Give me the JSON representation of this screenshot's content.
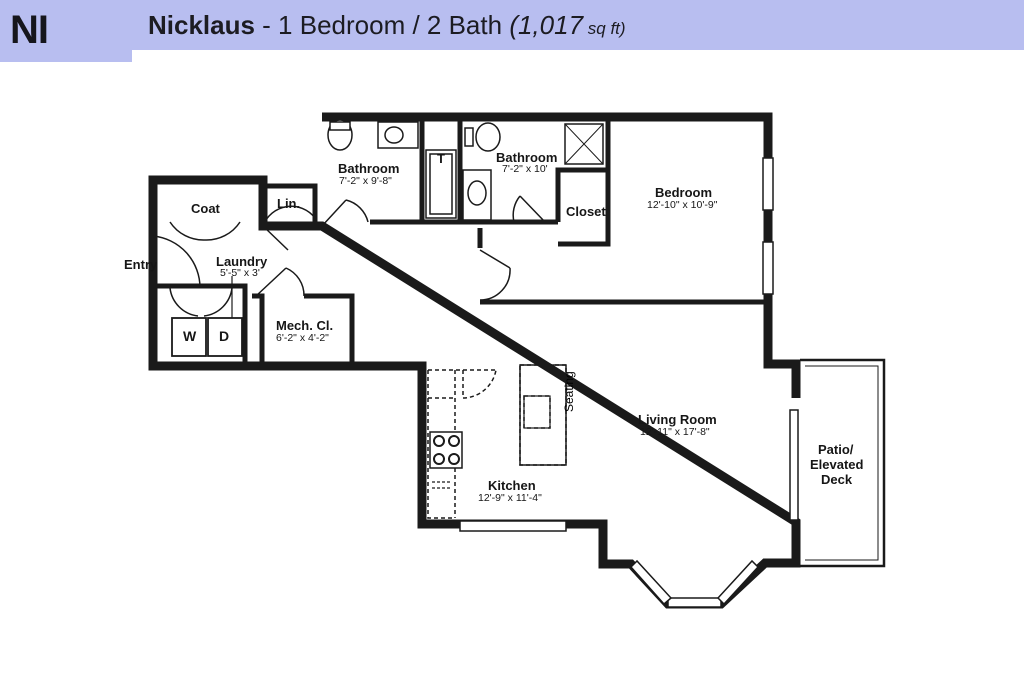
{
  "header": {
    "code": "NI",
    "name": "Nicklaus",
    "sep": " - 1 Bedroom / 2 Bath ",
    "area": "(1,017",
    "unit": " sq ft)",
    "accent": "#b8bef0"
  },
  "rooms": {
    "bath1": {
      "name": "Bathroom",
      "dims": "7'-2\" x 9'-8\""
    },
    "bath2": {
      "name": "Bathroom",
      "dims": "7'-2\" x 10'"
    },
    "bedroom": {
      "name": "Bedroom",
      "dims": "12'-10\" x 10'-9\""
    },
    "closet": {
      "name": "Closet"
    },
    "coat": {
      "name": "Coat"
    },
    "linen": {
      "name": "Lin."
    },
    "entry": {
      "name": "Entry"
    },
    "laundry": {
      "name": "Laundry",
      "dims": "5'-5\" x 3'"
    },
    "washer": {
      "name": "W"
    },
    "dryer": {
      "name": "D"
    },
    "mech": {
      "name": "Mech. Cl.",
      "dims": "6'-2\" x 4'-2\""
    },
    "seating": {
      "name": "Seating"
    },
    "living": {
      "name": "Living Room",
      "dims": "12'-11\" x 17'-8\""
    },
    "kitchen": {
      "name": "Kitchen",
      "dims": "12'-9\" x 11'-4\""
    },
    "patio": {
      "line1": "Patio/",
      "line2": "Elevated",
      "line3": "Deck"
    },
    "toilet_mark": {
      "name": "T"
    }
  }
}
